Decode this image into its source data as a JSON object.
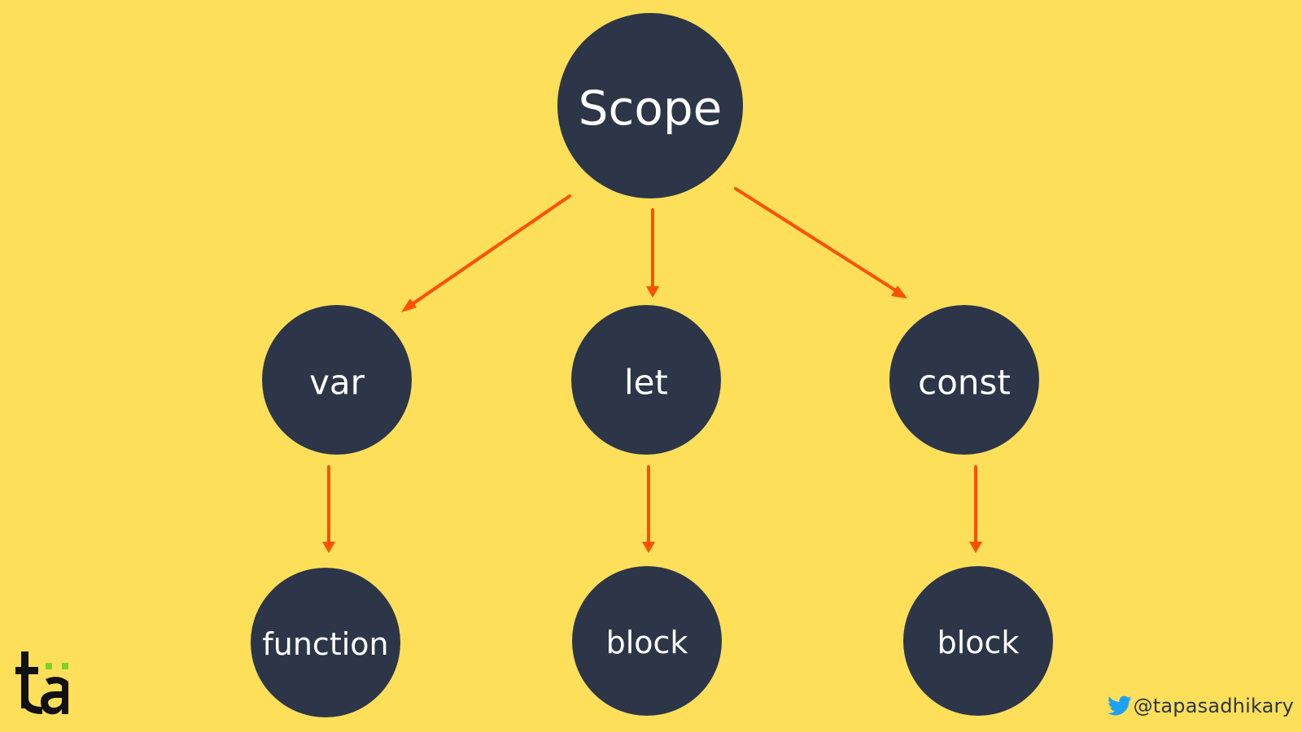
{
  "colors": {
    "background": "#FEDF5A",
    "node_fill": "#2C3648",
    "node_text": "#FFFFFF",
    "arrow": "#FF4F00",
    "logo_green": "#7ED321",
    "twitter_blue": "#1DA1F2"
  },
  "diagram": {
    "root": "Scope",
    "keywords": [
      "var",
      "let",
      "const"
    ],
    "scopes": [
      "function",
      "block",
      "block"
    ]
  },
  "branding": {
    "logo_text": "ta",
    "twitter_icon": "twitter-bird-icon",
    "handle": "@tapasadhikary"
  }
}
